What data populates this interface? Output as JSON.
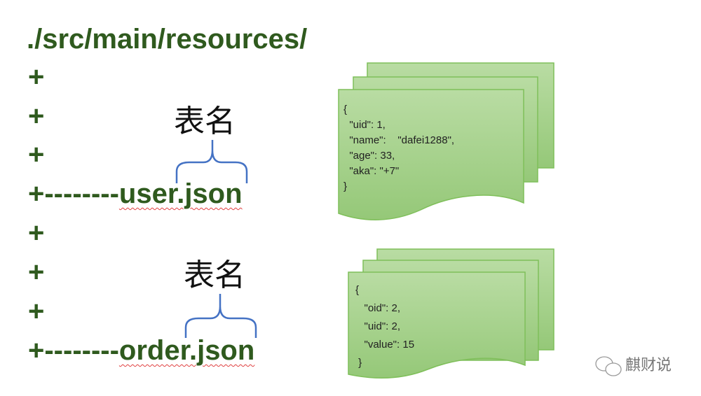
{
  "path": "./src/main/resources/",
  "plus": "+",
  "connector": "+--------",
  "files": [
    {
      "name": "user.json",
      "label": "表名",
      "json": [
        "{",
        "  \"uid\": 1,",
        "  \"name\":    \"dafei1288\",",
        "  \"age\": 33,",
        "  \"aka\": \"+7\"",
        "}"
      ]
    },
    {
      "name": "order.json",
      "label": "表名",
      "json": [
        "{",
        "   \"oid\": 2,",
        "   \"uid\": 2,",
        "   \"value\": 15",
        " }"
      ]
    }
  ],
  "watermark": "麒财说",
  "colors": {
    "text": "#2f5a1e",
    "brace": "#4472c4",
    "sheet": "#a9d18e",
    "sheet_border": "#70ad47"
  }
}
